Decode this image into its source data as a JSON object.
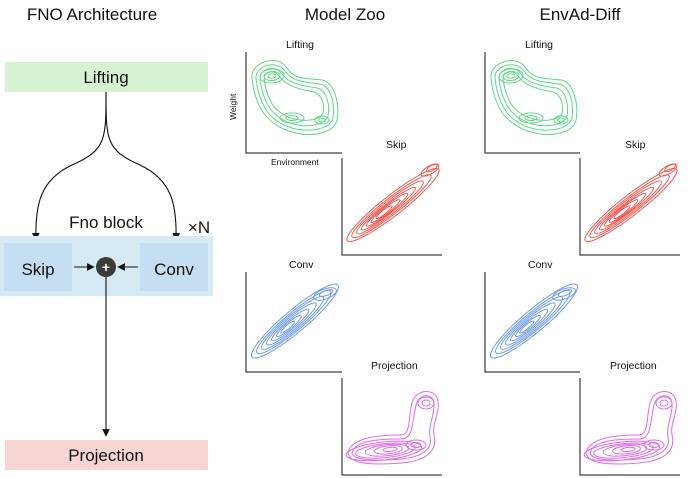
{
  "titles": {
    "architecture": "FNO Architecture",
    "model_zoo": "Model Zoo",
    "envad_diff": "EnvAd-Diff"
  },
  "architecture": {
    "lifting": "Lifting",
    "fno_block": "Fno block",
    "repeat": "×N",
    "skip": "Skip",
    "conv": "Conv",
    "plus": "+",
    "projection": "Projection"
  },
  "plots": {
    "lifting": "Lifting",
    "skip": "Skip",
    "conv": "Conv",
    "projection": "Projection",
    "y_axis": "Weight",
    "x_axis": "Environment"
  },
  "colors": {
    "lifting_box": "#d6f2cf",
    "projection_box": "#f6d5d2",
    "fno_block_bg": "#d6eaf6",
    "inner_box": "#c6def2",
    "plus_circle": "#3a3a3a",
    "lifting_contour": "#5fd68a",
    "skip_contour": "#ee5a52",
    "conv_contour": "#6f9be6",
    "projection_contour": "#de6be6"
  }
}
